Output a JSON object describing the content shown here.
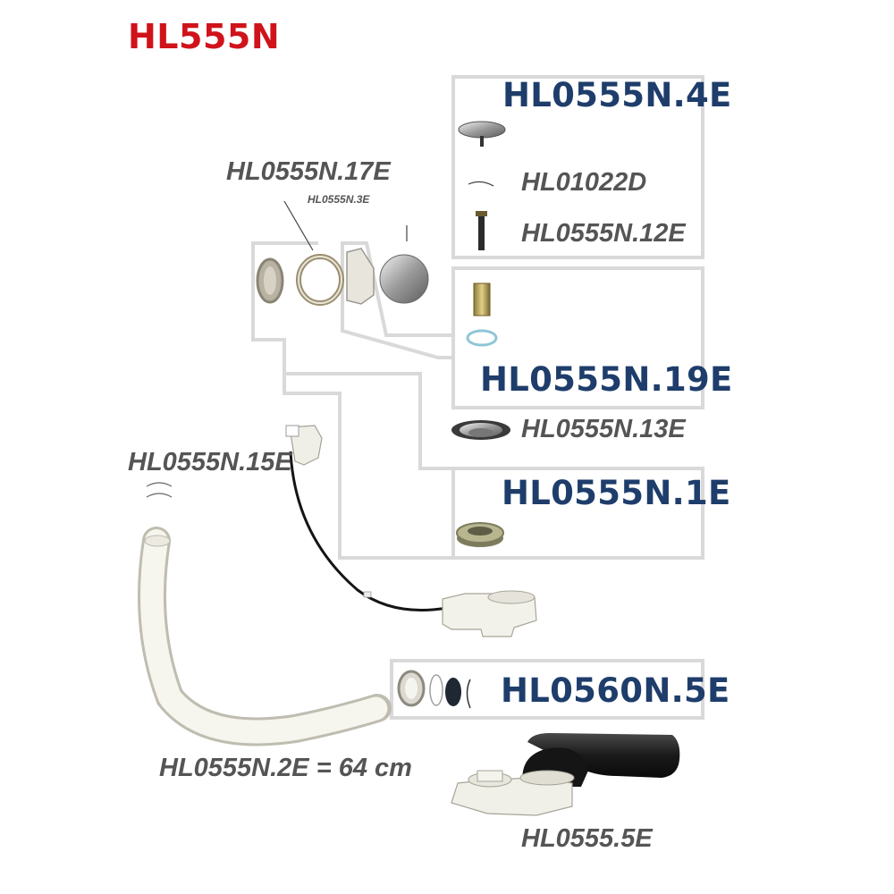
{
  "title": "HL555N",
  "boxes": {
    "box1": "HL0555N.4E",
    "box2": "HL0555N.19E",
    "box3": "HL0555N.1E",
    "box4": "HL0560N.5E"
  },
  "parts": {
    "p17e": "HL0555N.17E",
    "p3e": "HL0555N.3E",
    "p1022d": "HL01022D",
    "p12e": "HL0555N.12E",
    "p13e": "HL0555N.13E",
    "p15e": "HL0555N.15E",
    "p2e": "HL0555N.2E = 64 cm",
    "p5e": "HL0555.5E"
  },
  "colors": {
    "title": "#d0131b",
    "box_code": "#1e3d6b",
    "part_code": "#555555",
    "frame": "#d9d9d9"
  }
}
